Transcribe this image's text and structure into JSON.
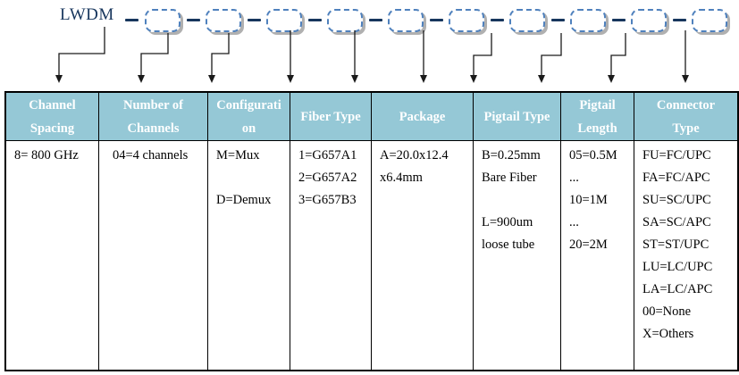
{
  "diagram": {
    "prefix_label": "LWDM",
    "placeholder_box_count": 10,
    "description": "part-number builder: LWDM followed by ten blank dashed code boxes, arrows point to legend table columns"
  },
  "table": {
    "columns": [
      {
        "name": "channel-spacing",
        "header_lines": [
          "Channel",
          "Spacing"
        ],
        "body_lines": [
          "8= 800 GHz"
        ]
      },
      {
        "name": "number-of-channels",
        "header_lines": [
          "Number of",
          "Channels"
        ],
        "body_lines": [
          "04=4 channels"
        ]
      },
      {
        "name": "configuration",
        "header_lines": [
          "Configurati",
          "on"
        ],
        "body_lines": [
          "M=Mux",
          "",
          "D=Demux"
        ]
      },
      {
        "name": "fiber-type",
        "header_lines": [
          "Fiber Type"
        ],
        "body_lines": [
          "1=G657A1",
          "2=G657A2",
          "3=G657B3"
        ]
      },
      {
        "name": "package",
        "header_lines": [
          "Package"
        ],
        "body_lines": [
          "A=20.0x12.4",
          "x6.4mm"
        ]
      },
      {
        "name": "pigtail-type",
        "header_lines": [
          "Pigtail Type"
        ],
        "body_lines": [
          "B=0.25mm",
          "Bare Fiber",
          "",
          "L=900um",
          "loose tube"
        ]
      },
      {
        "name": "pigtail-length",
        "header_lines": [
          "Pigtail",
          "Length"
        ],
        "body_lines": [
          "05=0.5M",
          "...",
          "10=1M",
          "...",
          "20=2M"
        ]
      },
      {
        "name": "connector-type",
        "header_lines": [
          "Connector",
          "Type"
        ],
        "body_lines": [
          "FU=FC/UPC",
          "FA=FC/APC",
          "SU=SC/UPC",
          "SA=SC/APC",
          "ST=ST/UPC",
          "LU=LC/UPC",
          "LA=LC/APC",
          "00=None",
          "X=Others"
        ]
      }
    ]
  },
  "colors": {
    "accent_navy": "#17365D",
    "box_border_blue": "#4F81BD",
    "header_bg": "#95C8D6",
    "header_text": "#FFFFFF",
    "table_border": "#000000",
    "arrow": "#1a1a1a"
  }
}
